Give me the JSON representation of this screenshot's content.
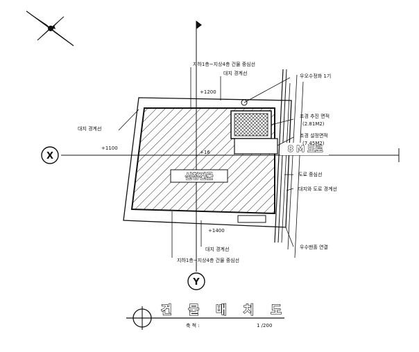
{
  "drawing": {
    "title": "건 물 배 치 도",
    "scale_label": "축 척 :",
    "scale_value": "1 /200",
    "axis_x": "X",
    "axis_y": "Y",
    "building_label": "신청건물",
    "road_label": "8 M 도로",
    "offsets": {
      "top": "+1200",
      "left": "+1100",
      "mid": "+16",
      "bottom": "+1400"
    },
    "annotations": {
      "top_centerline": "지하1층~지상4층 건물 중심선",
      "top_boundary": "대지 경계선",
      "left_boundary": "대지 경계선",
      "sewer": "우오수정화 1기",
      "area_a": "조경 추진 면적",
      "area_a_value": "(2.81M2)",
      "area_b": "조경 설정면적",
      "area_b_value": "(7.45M2)",
      "road_center": "도로 중심선",
      "road_boundary": "대지와 도로 경계선",
      "rain_pipe": "우수맨홀 연결",
      "bottom_boundary": "대지 경계선",
      "bottom_centerline": "지하1층~지상4층 건물 중심선"
    }
  }
}
